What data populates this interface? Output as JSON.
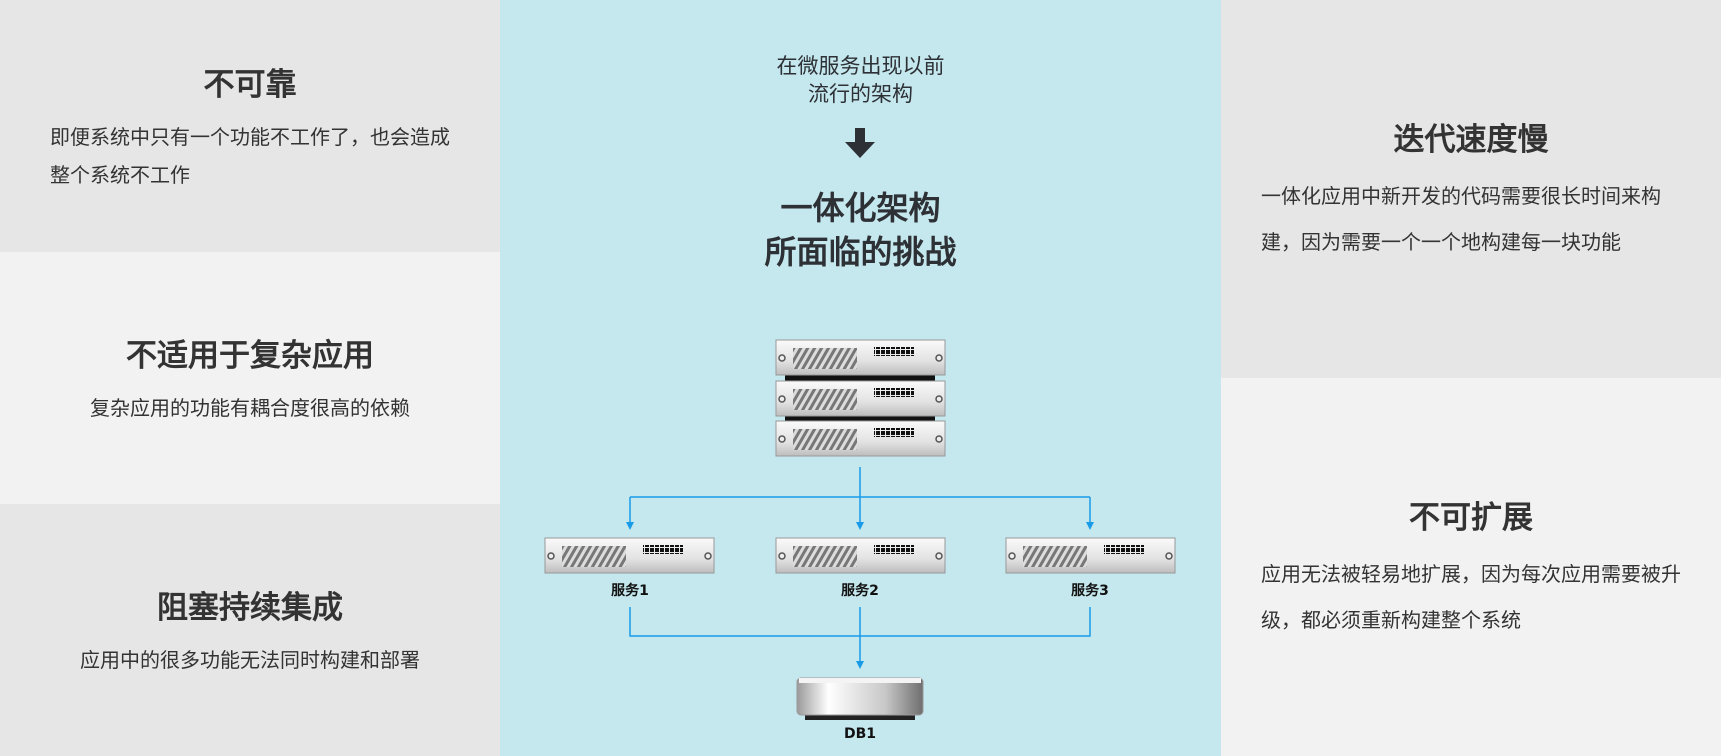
{
  "left": [
    {
      "title": "不可靠",
      "body": "即便系统中只有一个功能不工作了，也会造成整个系统不工作"
    },
    {
      "title": "不适用于复杂应用",
      "body": "复杂应用的功能有耦合度很高的依赖"
    },
    {
      "title": "阻塞持续集成",
      "body": "应用中的很多功能无法同时构建和部署"
    }
  ],
  "right": [
    {
      "title": "迭代速度慢",
      "body": "一体化应用中新开发的代码需要很长时间来构建，因为需要一个一个地构建每一块功能"
    },
    {
      "title": "不可扩展",
      "body": "应用无法被轻易地扩展，因为每次应用需要被升级，都必须重新构建整个系统"
    }
  ],
  "center": {
    "subtitle_line1": "在微服务出现以前",
    "subtitle_line2": "流行的架构",
    "title_line1": "一体化架构",
    "title_line2": "所面临的挑战",
    "services": [
      "服务1",
      "服务2",
      "服务3"
    ],
    "db": "DB1"
  },
  "colors": {
    "center_bg": "#c4e8ee",
    "line": "#1a9be8",
    "text": "#333333"
  }
}
